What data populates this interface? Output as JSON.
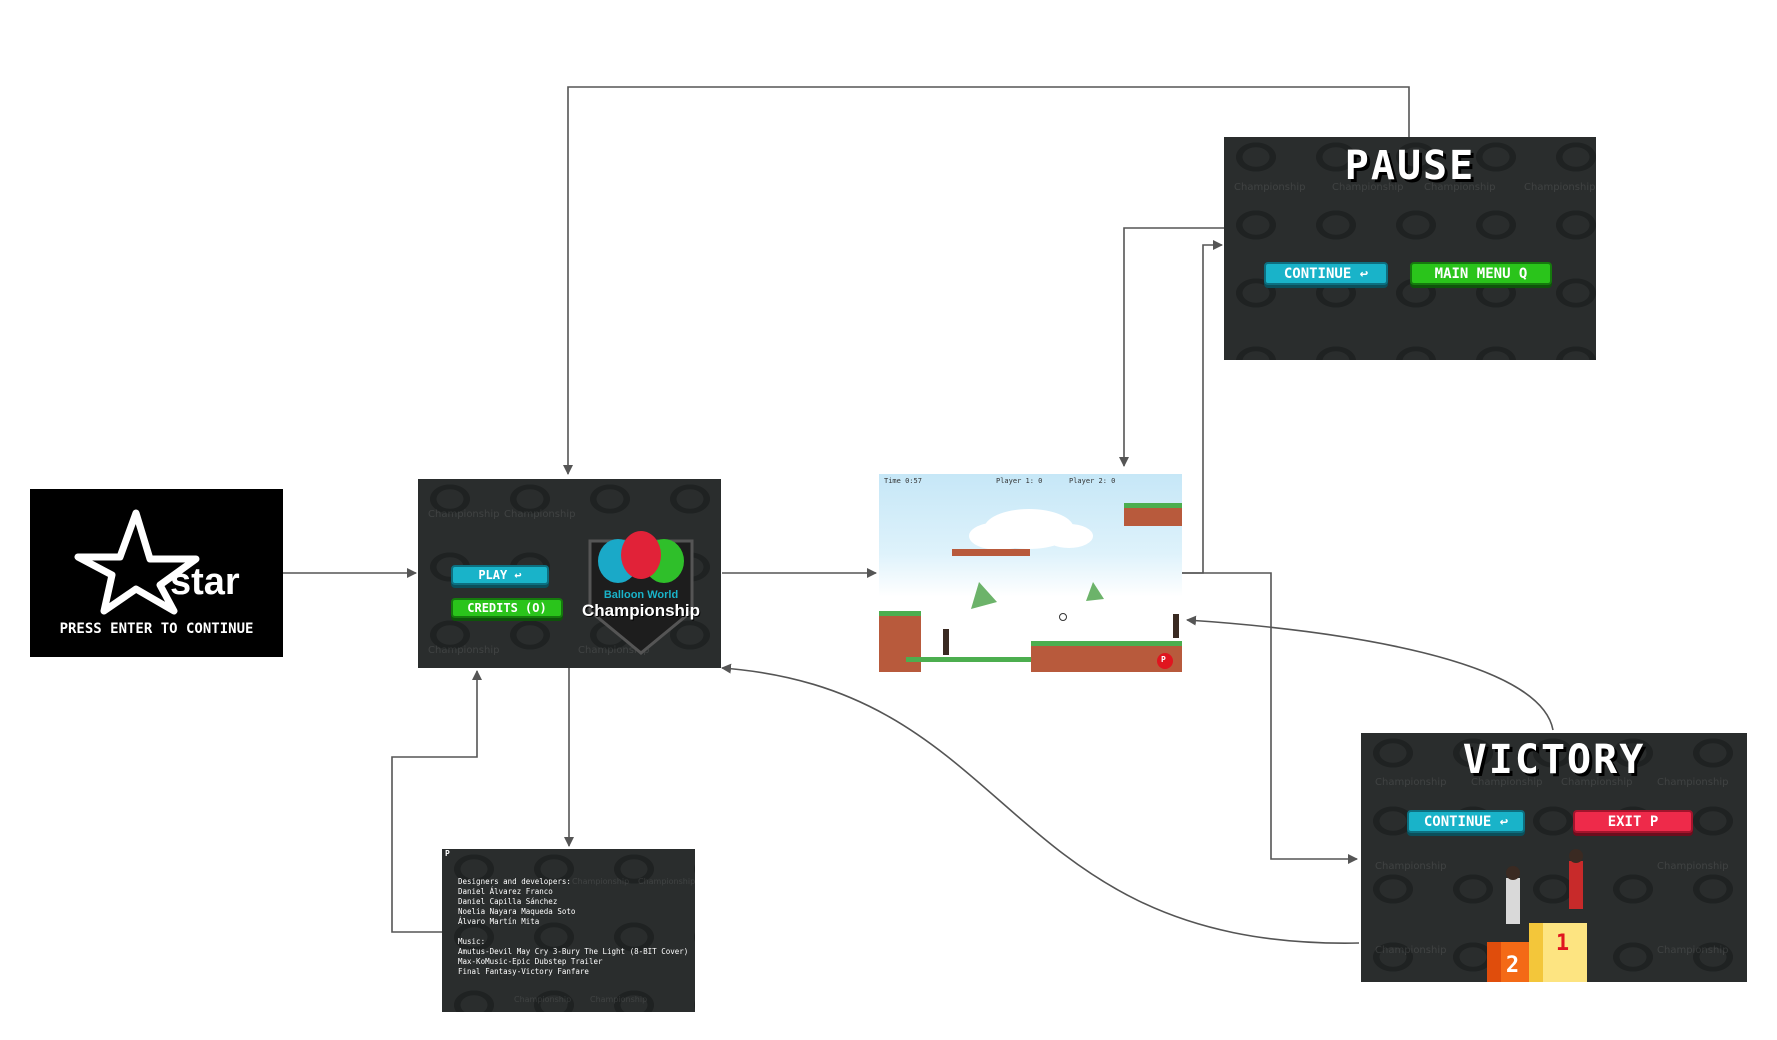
{
  "splash": {
    "logo_text": "star",
    "prompt": "PRESS ENTER TO CONTINUE"
  },
  "menu": {
    "play_label": "PLAY ↩",
    "credits_label": "CREDITS (O)",
    "logo_line1": "Balloon World",
    "logo_line2": "Championship",
    "watermark": "Championship"
  },
  "game": {
    "time": "Time 0:57",
    "player1": "Player 1: 0",
    "player2": "Player 2: 0",
    "pause_hint": "P"
  },
  "pause": {
    "title": "PAUSE",
    "continue_label": "CONTINUE ↩",
    "main_menu_label": "MAIN MENU Q",
    "watermark": "Championship"
  },
  "victory": {
    "title": "VICTORY",
    "continue_label": "CONTINUE ↩",
    "exit_label": "EXIT  P",
    "first_place": "1",
    "second_place": "2",
    "watermark": "Championship"
  },
  "credits": {
    "corner": "P",
    "heading": "Designers and developers:",
    "names": [
      "Daniel Álvarez Franco",
      "Daniel Capilla Sánchez",
      "Noelia Nayara Maqueda Soto",
      "Álvaro Martín Mita"
    ],
    "music_heading": "Music:",
    "tracks": [
      "Amutus-Devil May Cry 3-Bury The Light (8-BIT Cover)",
      "Max-KoMusic-Epic Dubstep Trailer",
      "Final Fantasy-Victory Fanfare"
    ],
    "watermark": "Championship"
  },
  "colors": {
    "dark_bg": "#2a2d2d",
    "cyan": "#19b3c9",
    "green": "#2ac41b",
    "red": "#ee2a4a",
    "arrow": "#555555"
  }
}
